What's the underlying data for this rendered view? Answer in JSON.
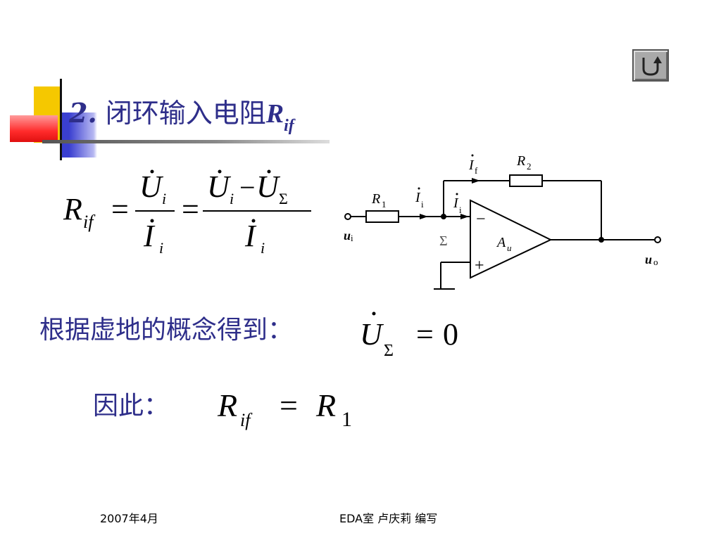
{
  "title": {
    "number": "2.",
    "text": "闭环输入电阻",
    "symbol": "R",
    "subscript": "if"
  },
  "nav": {
    "back_icon": "return-arrow-icon"
  },
  "formula1": {
    "lhs": "R",
    "lhs_sub": "if",
    "eq": "=",
    "frac1_num": "U",
    "frac1_num_sub": "i",
    "frac1_den": "I",
    "frac1_den_sub": "i",
    "frac2_num_a": "U",
    "frac2_num_a_sub": "i",
    "minus": "−",
    "frac2_num_b": "U",
    "frac2_num_b_sub": "Σ",
    "frac2_den": "I",
    "frac2_den_sub": "i"
  },
  "circuit": {
    "r1": "R",
    "r1_sub": "1",
    "r2": "R",
    "r2_sub": "2",
    "ii": "I",
    "ii_sub": "i",
    "if": "I",
    "if_sub": "f",
    "id": "I",
    "id_sub": "i",
    "sigma": "Σ",
    "minus": "−",
    "plus": "+",
    "amp": "A",
    "amp_sub": "u",
    "ui": "u",
    "ui_sub": "i",
    "uo": "u",
    "uo_sub": "o"
  },
  "line2": {
    "text": "根据虚地的概念得到：",
    "var": "U",
    "var_sub": "Σ",
    "eq": "=",
    "val": "0"
  },
  "line3": {
    "label": "因此：",
    "lhs": "R",
    "lhs_sub": "if",
    "eq": "=",
    "rhs": "R",
    "rhs_sub": "1"
  },
  "footer": {
    "date": "2007年4月",
    "author": "EDA室 卢庆莉 编写"
  }
}
